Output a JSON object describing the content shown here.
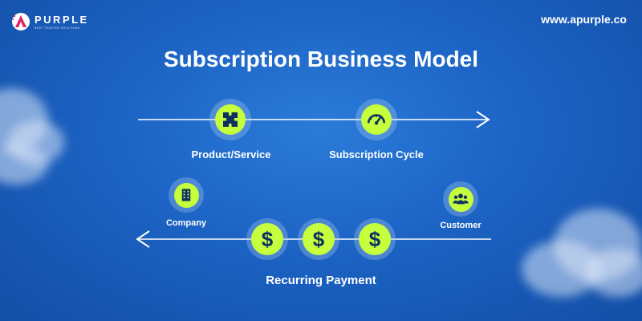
{
  "brand": {
    "name": "PURPLE",
    "tagline": "BEST TRUSTED SOLUTIONS",
    "website": "www.apurple.co"
  },
  "title": "Subscription Business Model",
  "nodes": {
    "product_service": {
      "label": "Product/Service",
      "icon": "puzzle-icon"
    },
    "subscription_cycle": {
      "label": "Subscription Cycle",
      "icon": "gauge-icon"
    },
    "company": {
      "label": "Company",
      "icon": "building-icon"
    },
    "customer": {
      "label": "Customer",
      "icon": "users-icon"
    },
    "recurring_payment": {
      "label": "Recurring Payment",
      "icon": "dollar-icon",
      "symbols": [
        "$",
        "$",
        "$"
      ]
    }
  },
  "colors": {
    "background": "#1c63c4",
    "accent": "#c6ff3c",
    "icon_dark": "#0f2f63",
    "logo_accent": "#e0245e",
    "text": "#ffffff"
  }
}
